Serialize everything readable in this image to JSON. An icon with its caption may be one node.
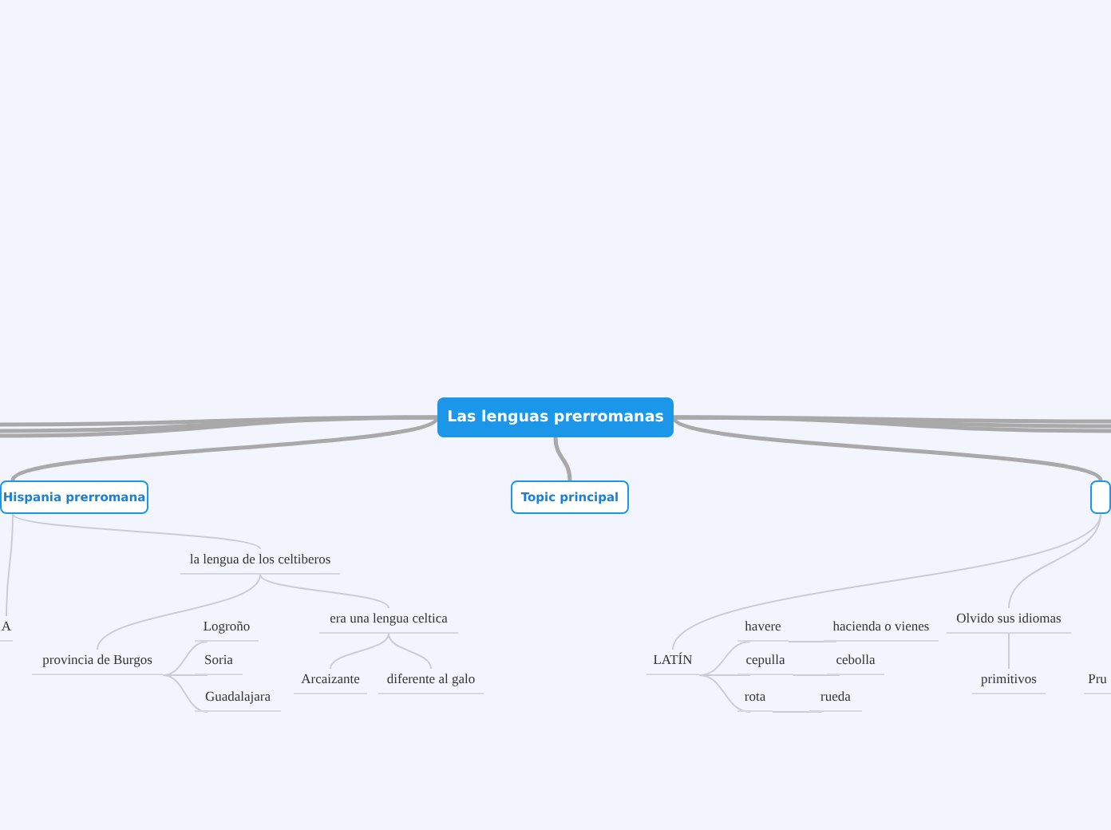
{
  "diagram": {
    "nodes": [
      {
        "text": [
          "Las lenguas prerromanas"
        ]
      },
      {
        "text": [
          "Hispania prerromana"
        ]
      },
      {
        "text": [
          "Topic principal"
        ]
      },
      {
        "text": [],
        "shape": "box"
      },
      {
        "text": [
          "la lengua de los celtiberos"
        ]
      },
      {
        "text": [
          "A"
        ]
      },
      {
        "text": [
          "provincia de Burgos"
        ]
      },
      {
        "text": [
          "Logroño"
        ]
      },
      {
        "text": [
          "Soria"
        ]
      },
      {
        "text": [
          "Guadalajara"
        ]
      },
      {
        "text": [
          "era una lengua celtica"
        ]
      },
      {
        "text": [
          "Arcaizante"
        ]
      },
      {
        "text": [
          "diferente al galo"
        ]
      },
      {
        "text": [
          "LATÍN"
        ]
      },
      {
        "text": [
          "havere"
        ]
      },
      {
        "text": [
          "hacienda o vienes"
        ]
      },
      {
        "text": [
          "cepulla"
        ]
      },
      {
        "text": [
          "cebolla"
        ]
      },
      {
        "text": [
          "rota"
        ]
      },
      {
        "text": [
          "rueda"
        ]
      },
      {
        "text": [
          "Olvido sus idiomas"
        ]
      },
      {
        "text": [
          "primitivos"
        ]
      },
      {
        "text": [
          "Pru"
        ]
      }
    ],
    "edges": [
      {
        "from": 0,
        "to": 1,
        "arrow": "none",
        "style": "thick",
        "color": "#a9a9a9"
      },
      {
        "from": 0,
        "to": 2,
        "arrow": "none",
        "style": "thick",
        "color": "#a9a9a9"
      },
      {
        "from": 0,
        "to": 3,
        "arrow": "none",
        "style": "thick",
        "color": "#a9a9a9"
      },
      {
        "from": 0,
        "to": null,
        "arrow": "none",
        "style": "thick",
        "color": "#a9a9a9"
      },
      {
        "from": 0,
        "to": null,
        "arrow": "none",
        "style": "thick",
        "color": "#a9a9a9"
      },
      {
        "from": 0,
        "to": null,
        "arrow": "none",
        "style": "thick",
        "color": "#a9a9a9"
      },
      {
        "from": 0,
        "to": null,
        "arrow": "none",
        "style": "thick",
        "color": "#a9a9a9"
      },
      {
        "from": 0,
        "to": null,
        "arrow": "none",
        "style": "thick",
        "color": "#a9a9a9"
      },
      {
        "from": 0,
        "to": null,
        "arrow": "none",
        "style": "thick",
        "color": "#a9a9a9"
      },
      {
        "from": 1,
        "to": 4,
        "arrow": "none"
      },
      {
        "from": 1,
        "to": 5,
        "arrow": "none"
      },
      {
        "from": 4,
        "to": 6,
        "arrow": "none"
      },
      {
        "from": 4,
        "to": 10,
        "arrow": "none"
      },
      {
        "from": 6,
        "to": 7,
        "arrow": "none"
      },
      {
        "from": 6,
        "to": 8,
        "arrow": "none"
      },
      {
        "from": 6,
        "to": 9,
        "arrow": "none"
      },
      {
        "from": 10,
        "to": 11,
        "arrow": "none"
      },
      {
        "from": 10,
        "to": 12,
        "arrow": "none"
      },
      {
        "from": 3,
        "to": 13,
        "arrow": "none"
      },
      {
        "from": 3,
        "to": 20,
        "arrow": "none"
      },
      {
        "from": 13,
        "to": 14,
        "arrow": "none"
      },
      {
        "from": 13,
        "to": 16,
        "arrow": "none"
      },
      {
        "from": 13,
        "to": 18,
        "arrow": "none"
      },
      {
        "from": 14,
        "to": 15,
        "arrow": "none"
      },
      {
        "from": 16,
        "to": 17,
        "arrow": "none"
      },
      {
        "from": 18,
        "to": 19,
        "arrow": "none"
      },
      {
        "from": 20,
        "to": 21,
        "arrow": "none"
      }
    ]
  }
}
